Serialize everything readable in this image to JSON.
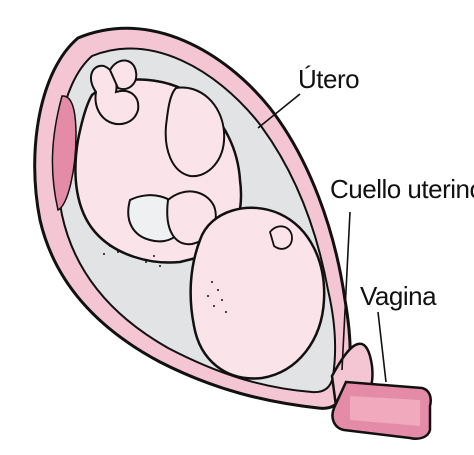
{
  "diagram": {
    "labels": {
      "uterus": "Útero",
      "cervix": "Cuello uterino",
      "vagina": "Vagina"
    },
    "colors": {
      "uterine_wall": "#f4c6d3",
      "uterine_wall_dark": "#e48ba8",
      "cavity": "#e2e3e4",
      "fetus_skin": "#fbe3ea",
      "outline": "#111111",
      "background": "#ffffff"
    }
  }
}
